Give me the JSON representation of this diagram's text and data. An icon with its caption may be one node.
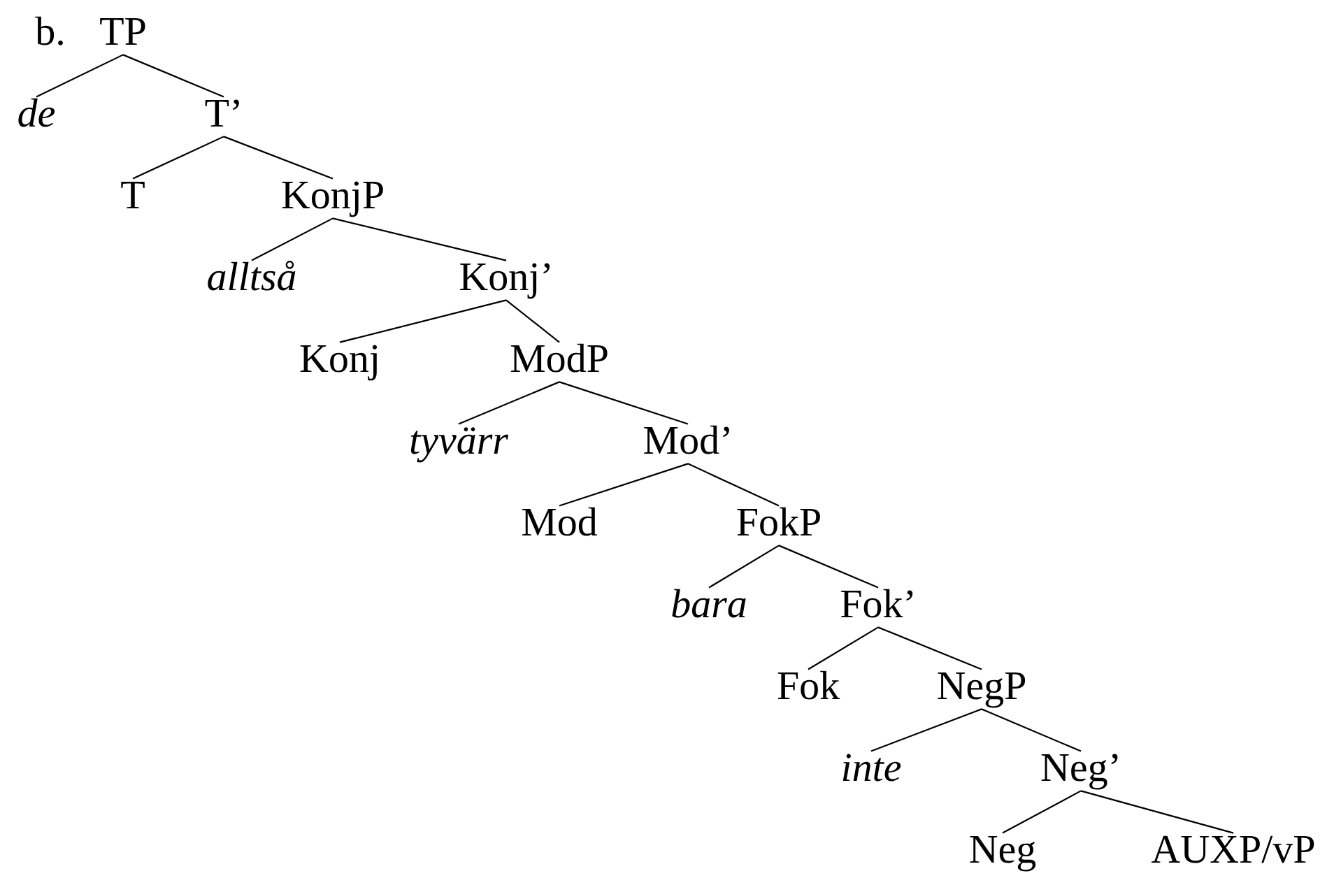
{
  "diagram": {
    "nodes": [
      {
        "text": [
          "TP"
        ]
      },
      {
        "text": [
          "de"
        ]
      },
      {
        "text": [
          "T’"
        ]
      },
      {
        "text": [
          "T"
        ]
      },
      {
        "text": [
          "KonjP"
        ]
      },
      {
        "text": [
          "alltså"
        ]
      },
      {
        "text": [
          "Konj’"
        ]
      },
      {
        "text": [
          "Konj"
        ]
      },
      {
        "text": [
          "ModP"
        ]
      },
      {
        "text": [
          "tyvärr"
        ]
      },
      {
        "text": [
          "Mod’"
        ]
      },
      {
        "text": [
          "Mod"
        ]
      },
      {
        "text": [
          "FokP"
        ]
      },
      {
        "text": [
          "bara"
        ]
      },
      {
        "text": [
          "Fok’"
        ]
      },
      {
        "text": [
          "Fok"
        ]
      },
      {
        "text": [
          "NegP"
        ]
      },
      {
        "text": [
          "inte"
        ]
      },
      {
        "text": [
          "Neg’"
        ]
      },
      {
        "text": [
          "Neg"
        ]
      },
      {
        "text": [
          "AUXP/vP"
        ]
      }
    ],
    "edges": [
      {
        "from": 0,
        "to": 1,
        "arrow": "none"
      },
      {
        "from": 0,
        "to": 2,
        "arrow": "none"
      },
      {
        "from": 2,
        "to": 3,
        "arrow": "none"
      },
      {
        "from": 2,
        "to": 4,
        "arrow": "none"
      },
      {
        "from": 4,
        "to": 5,
        "arrow": "none"
      },
      {
        "from": 4,
        "to": 6,
        "arrow": "none"
      },
      {
        "from": 6,
        "to": 7,
        "arrow": "none"
      },
      {
        "from": 6,
        "to": 8,
        "arrow": "none"
      },
      {
        "from": 8,
        "to": 9,
        "arrow": "none"
      },
      {
        "from": 8,
        "to": 10,
        "arrow": "none"
      },
      {
        "from": 10,
        "to": 11,
        "arrow": "none"
      },
      {
        "from": 10,
        "to": 12,
        "arrow": "none"
      },
      {
        "from": 12,
        "to": 13,
        "arrow": "none"
      },
      {
        "from": 12,
        "to": 14,
        "arrow": "none"
      },
      {
        "from": 14,
        "to": 15,
        "arrow": "none"
      },
      {
        "from": 14,
        "to": 16,
        "arrow": "none"
      },
      {
        "from": 16,
        "to": 17,
        "arrow": "none"
      },
      {
        "from": 16,
        "to": 18,
        "arrow": "none"
      },
      {
        "from": 18,
        "to": 19,
        "arrow": "none"
      },
      {
        "from": 18,
        "to": 20,
        "arrow": "none"
      }
    ],
    "labels": [
      "b."
    ]
  }
}
